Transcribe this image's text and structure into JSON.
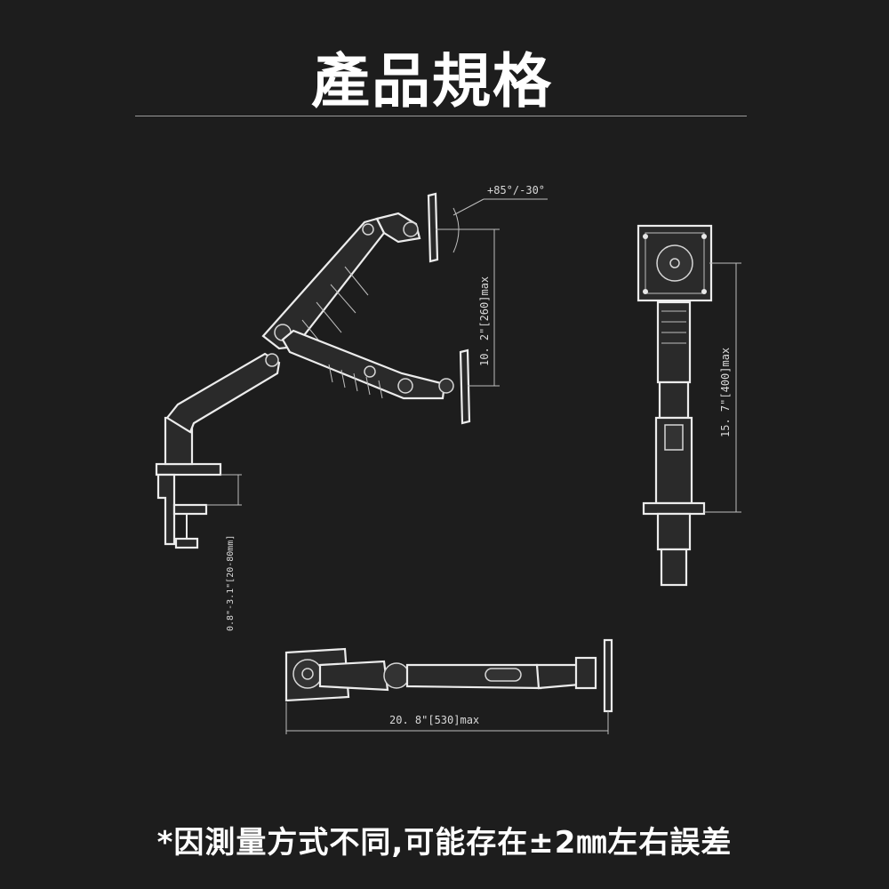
{
  "title": "產品規格",
  "labels": {
    "tilt": "+85°/-30°",
    "height": "10. 2\"[260]max",
    "vertical": "15. 7\"[400]max",
    "clamp": "0.8\"-3.1\"[20-80mm]",
    "length": "20. 8\"[530]max"
  },
  "note": "*因測量方式不同,可能存在±2㎜左右誤差"
}
